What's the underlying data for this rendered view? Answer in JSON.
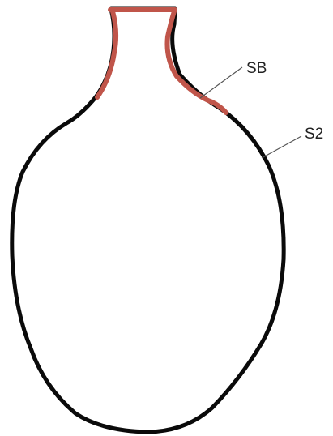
{
  "diagram": {
    "colors": {
      "outline": "#0a0a0a",
      "highlight": "#c0554a",
      "leader": "#555555"
    },
    "labels": [
      {
        "id": "sb",
        "text": "SB"
      },
      {
        "id": "s2",
        "text": "S2"
      }
    ]
  }
}
